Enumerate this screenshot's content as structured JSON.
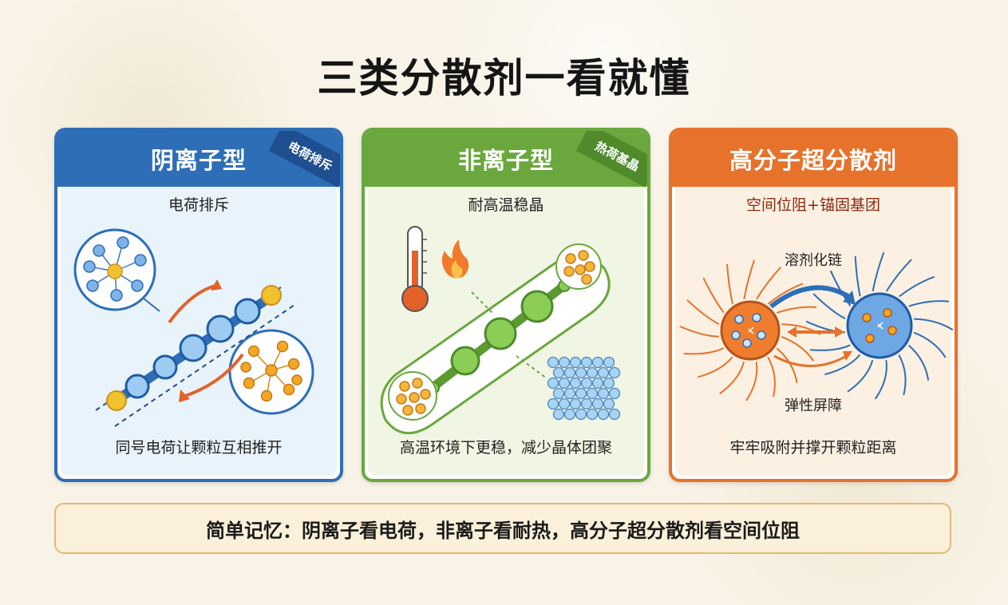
{
  "title": "三类分散剂一看就懂",
  "cards": [
    {
      "heading": "阴离子型",
      "ribbon": "电荷排斥",
      "subtitle": "电荷排斥",
      "caption": "同号电荷让颗粒互相推开",
      "color": "#2d6eb7"
    },
    {
      "heading": "非离子型",
      "ribbon": "热荷基晶",
      "subtitle": "耐高温稳晶",
      "caption": "高温环境下更稳，减少晶体团聚",
      "color": "#6aa83d"
    },
    {
      "heading": "高分子超分散剂",
      "subtitle": "空间位阻+锚固基团",
      "caption": "牢牢吸附并撑开颗粒距离",
      "color": "#e6722b",
      "labels": {
        "top": "溶剂化链",
        "bottom": "弹性屏障"
      }
    }
  ],
  "summary": "简单记忆：阴离子看电荷，非离子看耐热，高分子超分散剂看空间位阻",
  "icons": [
    "particle-cluster-icon",
    "arrow-icon",
    "thermometer-icon",
    "flame-icon",
    "crystal-lattice-icon",
    "polymer-particle-icon"
  ]
}
